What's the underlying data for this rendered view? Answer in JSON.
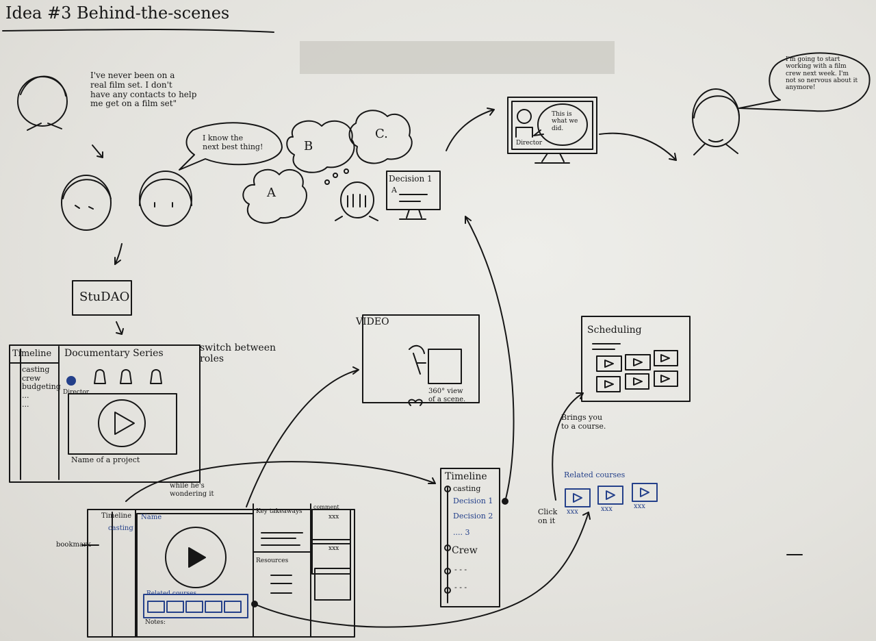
{
  "title": "Idea #3 Behind-the-scenes",
  "quote_intro": [
    "I've never been on a",
    "real film set. I don't",
    "have any contacts to help",
    "me get on a film set\""
  ],
  "bubble_next_best": [
    "I know the",
    "next best thing!"
  ],
  "thought_options": [
    "A",
    "B",
    "C."
  ],
  "decision_screen": {
    "title": "Decision 1",
    "option": "A"
  },
  "monitor": {
    "speech": [
      "This is",
      "what we",
      "did."
    ],
    "label": "Director"
  },
  "quote_outro": [
    "I'm going to start",
    "working with a film",
    "crew next week. I'm",
    "not so nervous about it",
    "anymore!"
  ],
  "app_name": "StuDAO",
  "switch_roles": [
    "switch between",
    "roles"
  ],
  "doc_screen": {
    "timeline_title": "Timeline",
    "timeline_items": [
      "casting",
      "crew",
      "budgeting",
      "...",
      "..."
    ],
    "series_title": "Documentary Series",
    "role_label": "Director",
    "project_label": "Name of a project"
  },
  "video_panel": {
    "title": "VIDEO",
    "caption": [
      "360° view",
      "of a scene."
    ]
  },
  "scheduling_panel": {
    "title": "Scheduling"
  },
  "brings_course": [
    "Brings you",
    "to a course."
  ],
  "related_courses": {
    "title": "Related courses",
    "captions": [
      "xxx",
      "xxx",
      "xxx"
    ]
  },
  "click_on_it": [
    "Click",
    "on it"
  ],
  "timeline_panel": {
    "title": "Timeline",
    "items": [
      "casting",
      "Decision 1",
      "Decision 2",
      ".... 3",
      "Crew",
      "- - -",
      "- - -"
    ]
  },
  "while_wondering": [
    "while he's",
    "wondering it"
  ],
  "bookmark_label": "bookmark",
  "detail_screen": {
    "timeline_title": "Timeline",
    "casting_label": "casting",
    "name_label": "Name",
    "related_label": "Related courses",
    "notes_label": "Notes:",
    "key_label": "Key takeaways",
    "comment_label": "comment",
    "comment_user_a": "xxx",
    "comment_user_b": "xxx",
    "resources_label": "Resources"
  },
  "colors": {
    "ink": "#161616",
    "blue_ink": "#24408a",
    "board": "#e6e5e0"
  }
}
